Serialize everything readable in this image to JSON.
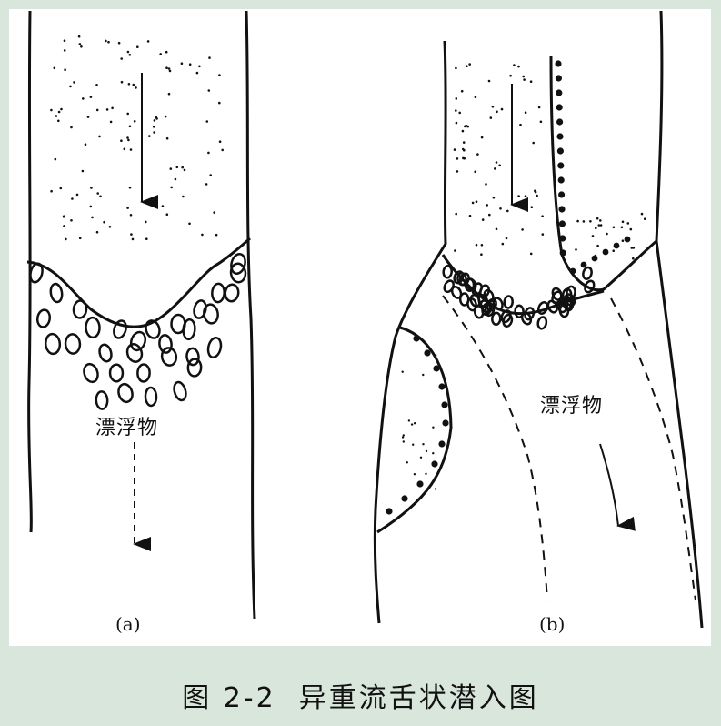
{
  "figure": {
    "caption": "图 2-2  异重流舌状潜入图",
    "colors": {
      "background": "#d9e6dc",
      "paper": "#ffffff",
      "ink": "#111111"
    }
  },
  "panel_a": {
    "label": "(a)",
    "float_label": "漂浮物"
  },
  "panel_b": {
    "label": "(b)",
    "float_label": "漂浮物"
  }
}
